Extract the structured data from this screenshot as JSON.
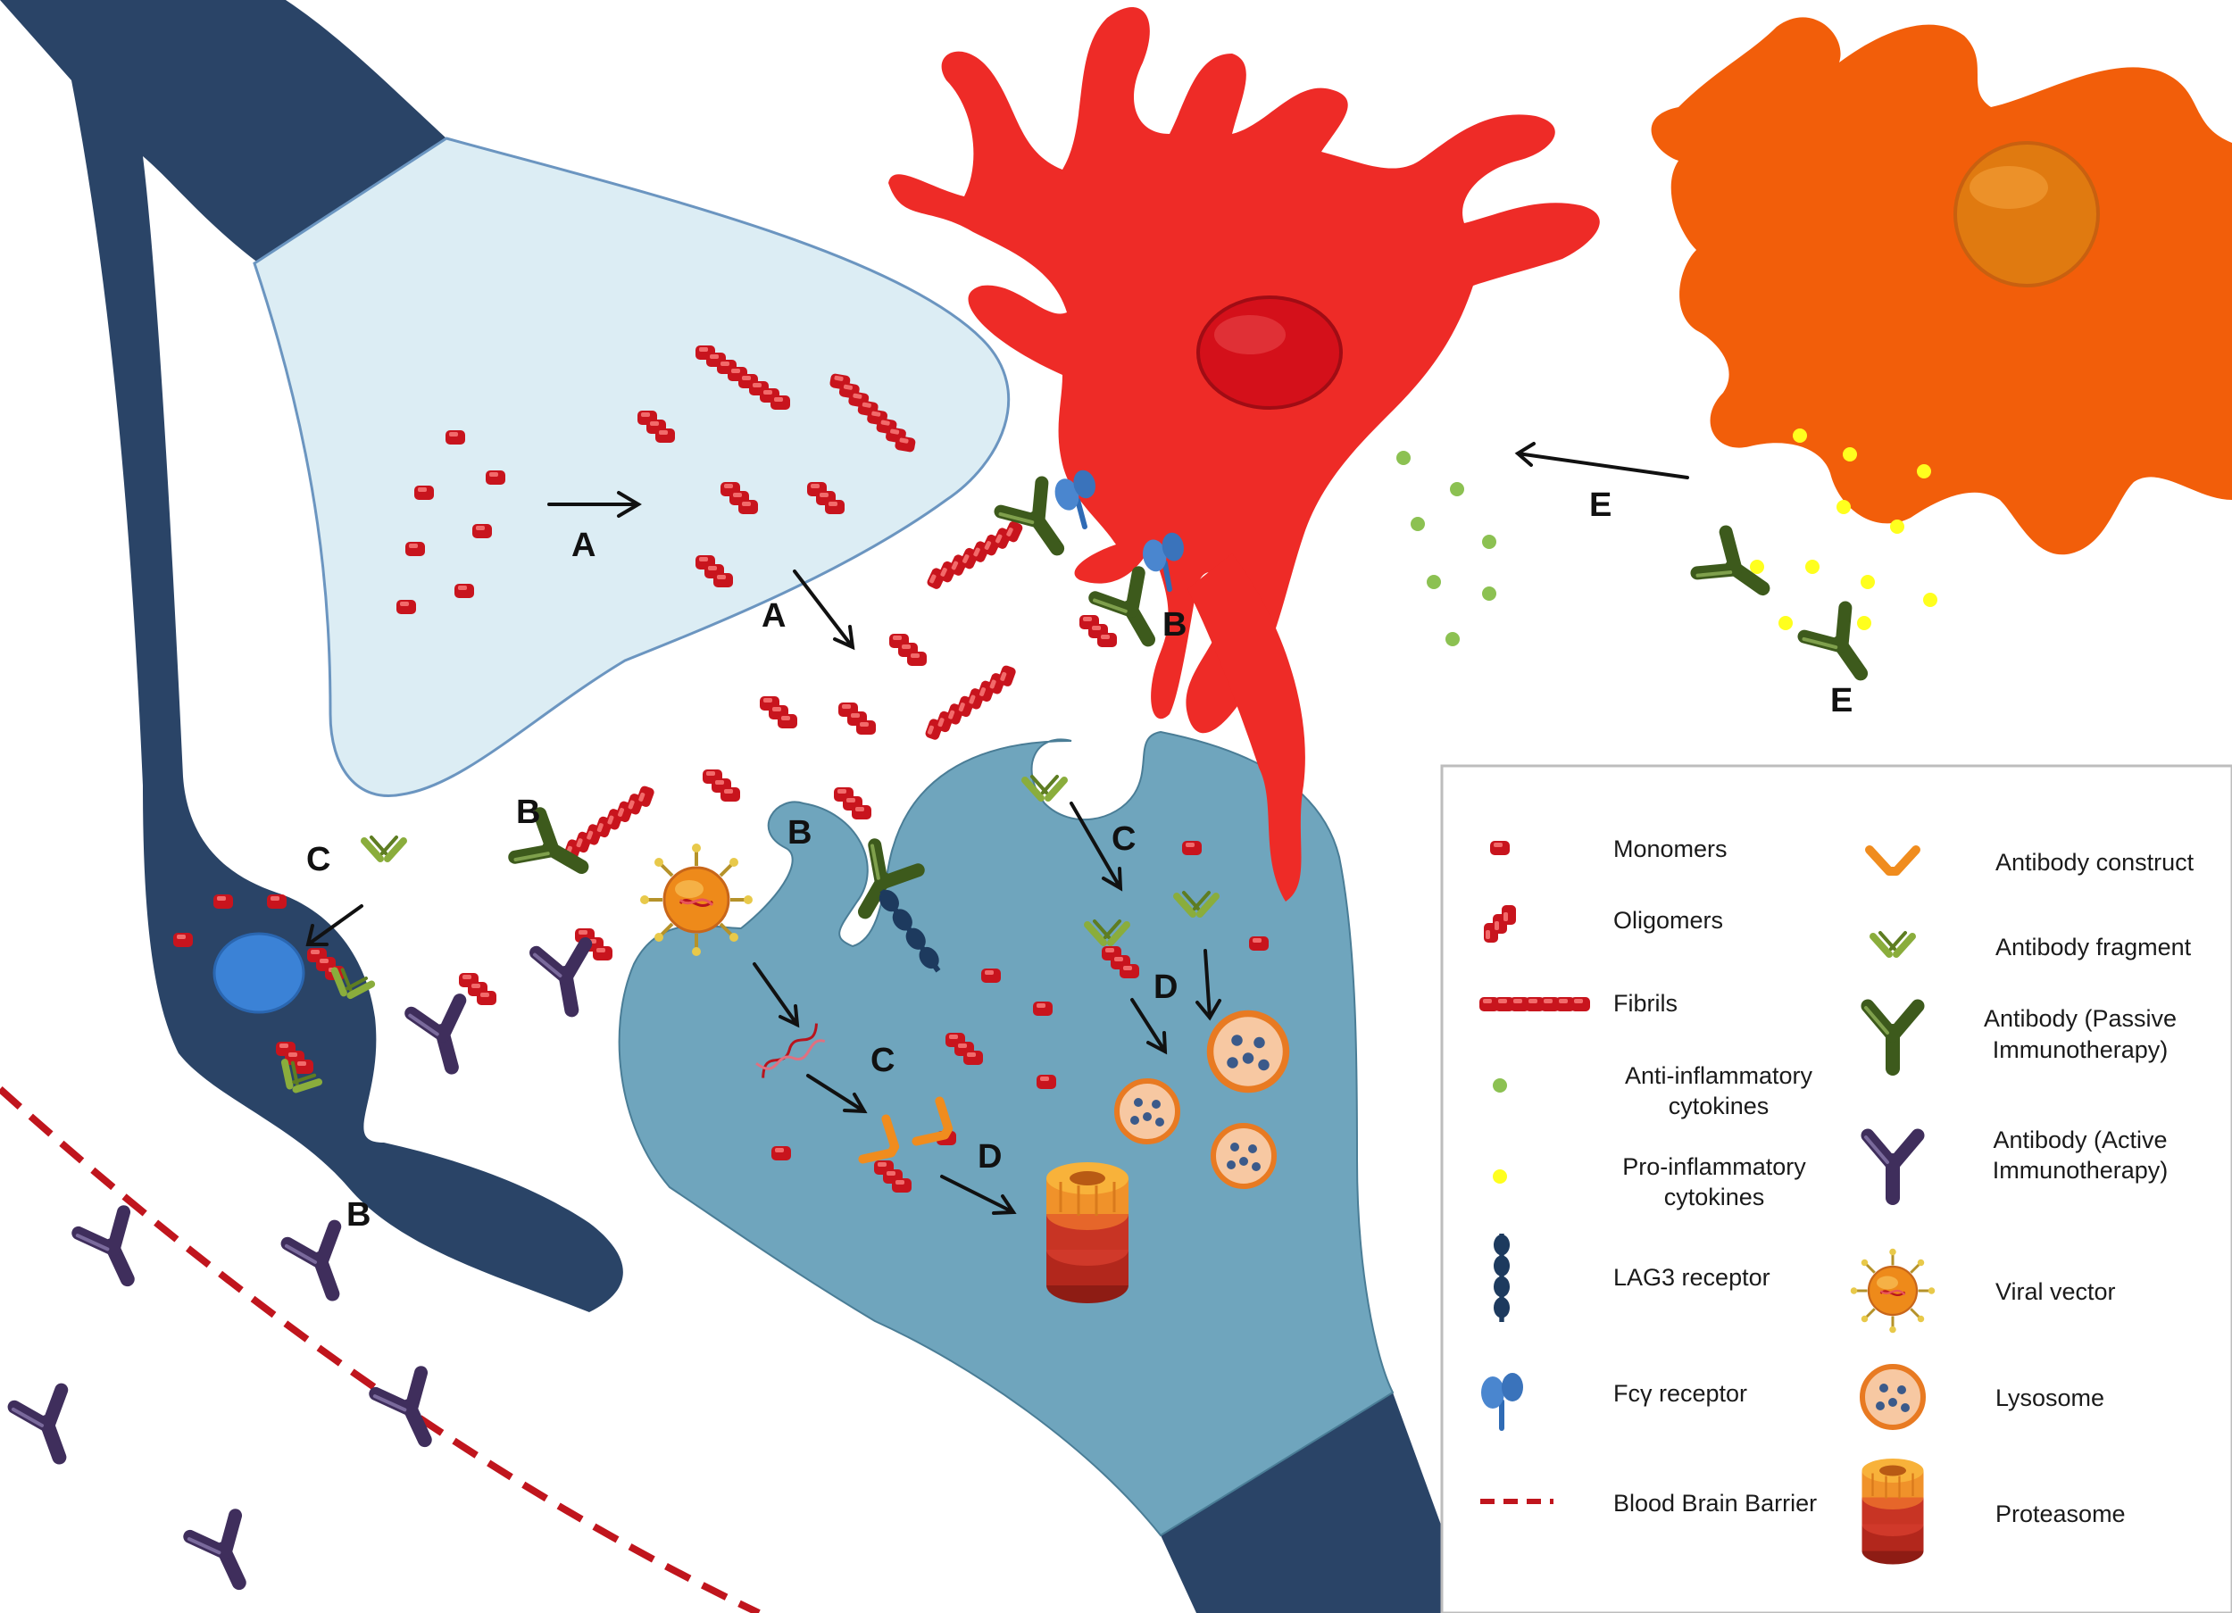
{
  "diagram": {
    "process_labels": [
      "A",
      "A",
      "B",
      "B",
      "B",
      "B",
      "C",
      "C",
      "C",
      "D",
      "D",
      "E",
      "E"
    ],
    "colors": {
      "neuron_dark": "#2a4467",
      "presynapse": "#dcedf4",
      "postsynapse": "#6fa5bd",
      "astrocyte": "#ee2b27",
      "microglia": "#f25e0a",
      "protein": "#c8141d",
      "antibody_passive": "#3d5a1c",
      "antibody_active": "#3f2e5c",
      "antibody_fragment": "#8aad3c",
      "antibody_construct": "#f08c1e",
      "anti_inflammatory": "#8cc152",
      "pro_inflammatory": "#ffff1e",
      "receptor": "#1d3a5e",
      "fc_receptor": "#4a86cf",
      "bbb": "#c0151d"
    }
  },
  "legend": {
    "monomers": "Monomers",
    "oligomers": "Oligomers",
    "fibrils": "Fibrils",
    "anti_inflammatory_l1": "Anti-inflammatory",
    "anti_inflammatory_l2": "cytokines",
    "pro_inflammatory_l1": "Pro-inflammatory",
    "pro_inflammatory_l2": "cytokines",
    "lag3": "LAG3 receptor",
    "fcy": "Fcγ receptor",
    "bbb": "Blood Brain Barrier",
    "construct": "Antibody construct",
    "fragment": "Antibody fragment",
    "passive_l1": "Antibody (Passive",
    "passive_l2": "Immunotherapy)",
    "active_l1": "Antibody (Active",
    "active_l2": "Immunotherapy)",
    "viral": "Viral vector",
    "lysosome": "Lysosome",
    "proteasome": "Proteasome"
  }
}
